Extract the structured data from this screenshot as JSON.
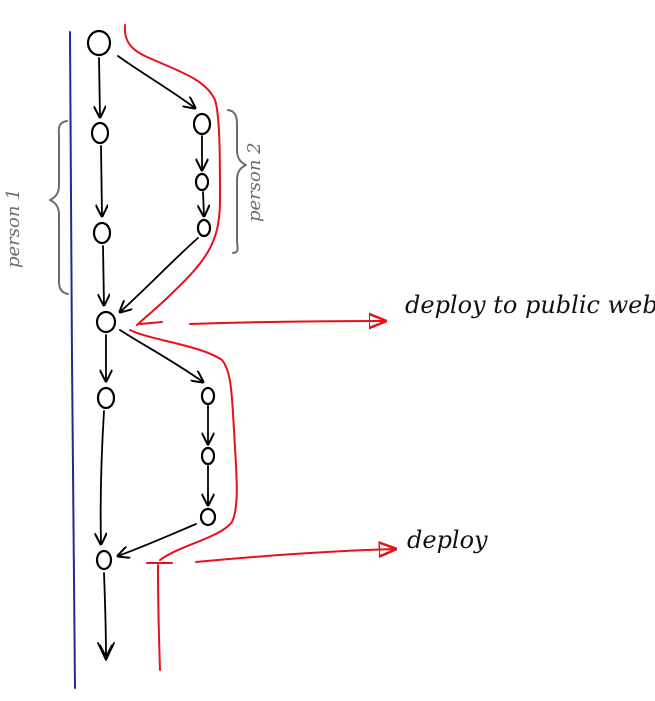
{
  "labels": {
    "person1": "person 1",
    "person2": "person 2",
    "deploy_public": "deploy to public web",
    "deploy": "deploy"
  },
  "colors": {
    "commit": "#000000",
    "main_line": "#232a8c",
    "deploy_line": "#e8111b",
    "brace": "#6b6b6b"
  }
}
